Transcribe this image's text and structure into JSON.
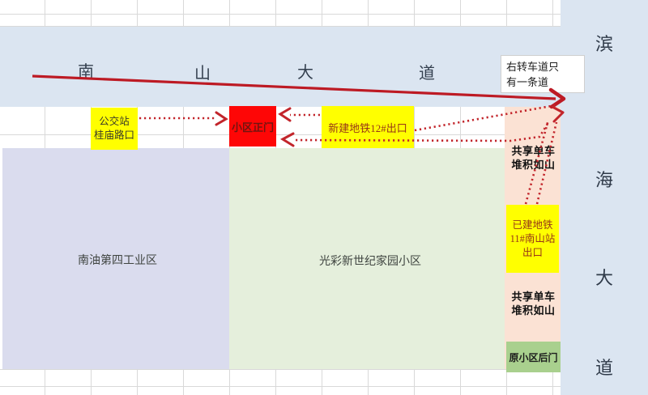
{
  "roads": {
    "nanshan": {
      "name": "南山大道",
      "chars": [
        "南",
        "山",
        "大",
        "道"
      ]
    },
    "binhai": {
      "name": "滨海大道",
      "chars": [
        "滨",
        "海",
        "大",
        "道"
      ]
    }
  },
  "note": {
    "lines": [
      "右转车道只",
      "有一条道"
    ]
  },
  "labels": {
    "bus_stop": {
      "lines": [
        "公交站",
        "桂庙路口"
      ]
    },
    "main_gate": {
      "text": "小区正门"
    },
    "metro12": {
      "text": "新建地铁12#出口"
    },
    "metro11": {
      "lines": [
        "已建地铁",
        "11#南山站",
        "出口"
      ]
    },
    "bike_pile_top": {
      "lines": [
        "共享单车",
        "堆积如山"
      ]
    },
    "bike_pile_bottom": {
      "lines": [
        "共享单车",
        "堆积如山"
      ]
    },
    "back_gate": {
      "text": "原小区后门"
    },
    "industrial_zone": {
      "text": "南油第四工业区"
    },
    "community": {
      "text": "光彩新世纪家园小区"
    }
  },
  "colors": {
    "road_band": "#dbe5f1",
    "industrial_zone": "#dadcee",
    "community": "#e5efdc",
    "peach_strip": "#fbe2d4",
    "highlight_yellow": "#ffff00",
    "gate_red": "#fe0606",
    "back_gate_green": "#a9d08e",
    "arrow_red": "#bd1a24",
    "dotted_arrow_red": "#c2252b",
    "gridline": "#d9d9d9"
  }
}
